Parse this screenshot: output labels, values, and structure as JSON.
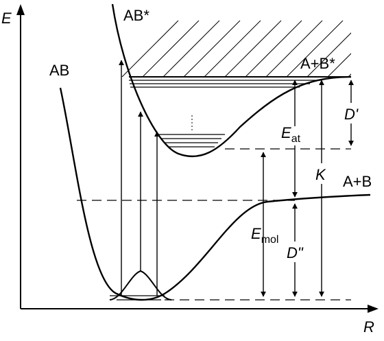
{
  "axes": {
    "y_label": "E",
    "x_label": "R"
  },
  "curves": {
    "ground_label": "AB",
    "excited_label": "AB*",
    "ground_asymptote_label": "A+B",
    "excited_asymptote_label": "A+B*"
  },
  "quantities": {
    "E_at": {
      "main": "E",
      "sub": "at"
    },
    "E_mol": {
      "main": "E",
      "sub": "mol"
    },
    "K": "K",
    "D_prime": "D'",
    "D_double_prime": "D\""
  },
  "colors": {
    "ink": "#000000",
    "background": "#ffffff"
  }
}
